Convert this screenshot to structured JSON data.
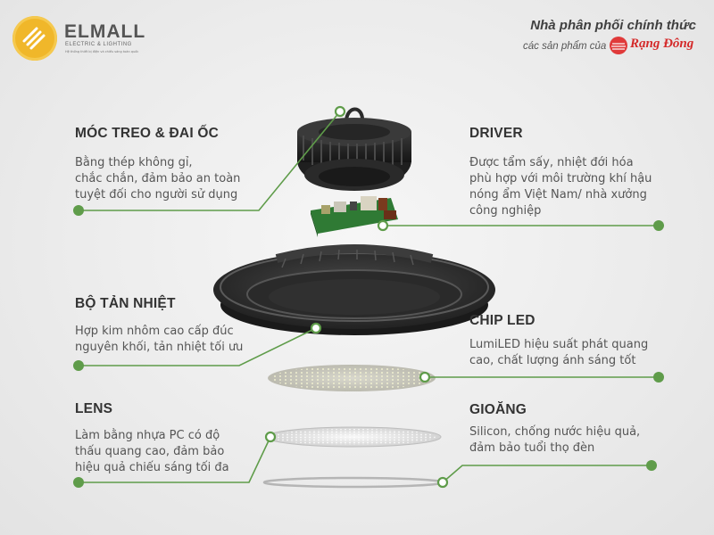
{
  "header": {
    "brand_name": "ELMALL",
    "brand_sub": "ELECTRIC & LIGHTING",
    "brand_tagline": "Hệ thống thiết bị điện và chiếu sáng toàn quốc",
    "distributor_line1": "Nhà phân phối chính thức",
    "distributor_line2": "các sản phẩm của",
    "partner_name": "Rạng Đông"
  },
  "colors": {
    "accent_green": "#5f9c4a",
    "text_dark": "#333333",
    "partner_red": "#d42a2a",
    "logo_yellow": "#f0b72a"
  },
  "callouts": {
    "hook": {
      "title": "MÓC TREO & ĐAI ỐC",
      "desc": "Bằng thép không gỉ,\nchắc chắn, đảm bảo an toàn\ntuyệt đối cho người sử dụng"
    },
    "driver": {
      "title": "DRIVER",
      "desc": "Được tẩm sấy, nhiệt đới hóa\nphù hợp với môi trường khí hậu\nnóng ẩm Việt Nam/ nhà xưởng\ncông nghiệp"
    },
    "heatsink": {
      "title": "BỘ TẢN NHIỆT",
      "desc": "Hợp kim nhôm cao cấp đúc\nnguyên khối, tản nhiệt tối ưu"
    },
    "chip_led": {
      "title": "CHIP LED",
      "desc": "LumiLED hiệu suất phát quang\ncao, chất lượng ánh sáng tốt"
    },
    "lens": {
      "title": "LENS",
      "desc": "Làm bằng nhựa PC có độ\nthấu quang cao, đảm bảo\nhiệu quả chiếu sáng tối đa"
    },
    "gasket": {
      "title": "GIOĂNG",
      "desc": "Silicon, chống nước hiệu quả,\nđảm bảo tuổi thọ đèn"
    }
  },
  "icons": [
    "elmall-logo-icon",
    "rang-dong-logo-icon"
  ]
}
